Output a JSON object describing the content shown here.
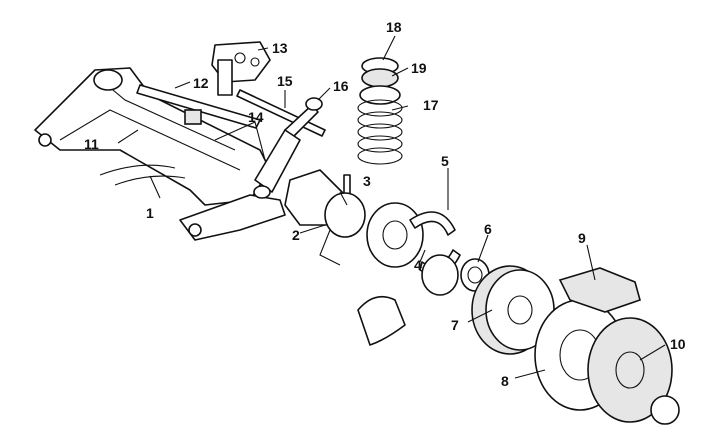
{
  "callouts": [
    {
      "id": "c1",
      "text": "1"
    },
    {
      "id": "c2",
      "text": "2"
    },
    {
      "id": "c3",
      "text": "3"
    },
    {
      "id": "c4",
      "text": "4"
    },
    {
      "id": "c5",
      "text": "5"
    },
    {
      "id": "c6",
      "text": "6"
    },
    {
      "id": "c7",
      "text": "7"
    },
    {
      "id": "c8",
      "text": "8"
    },
    {
      "id": "c9",
      "text": "9"
    },
    {
      "id": "c10",
      "text": "10"
    },
    {
      "id": "c11",
      "text": "11"
    },
    {
      "id": "c12",
      "text": "12"
    },
    {
      "id": "c13",
      "text": "13"
    },
    {
      "id": "c14",
      "text": "14"
    },
    {
      "id": "c15",
      "text": "15"
    },
    {
      "id": "c16",
      "text": "16"
    },
    {
      "id": "c17",
      "text": "17"
    },
    {
      "id": "c18",
      "text": "18"
    },
    {
      "id": "c19",
      "text": "19"
    }
  ],
  "colors": {
    "line": "#111111",
    "background": "#ffffff",
    "fill": "#e6e6e6"
  }
}
